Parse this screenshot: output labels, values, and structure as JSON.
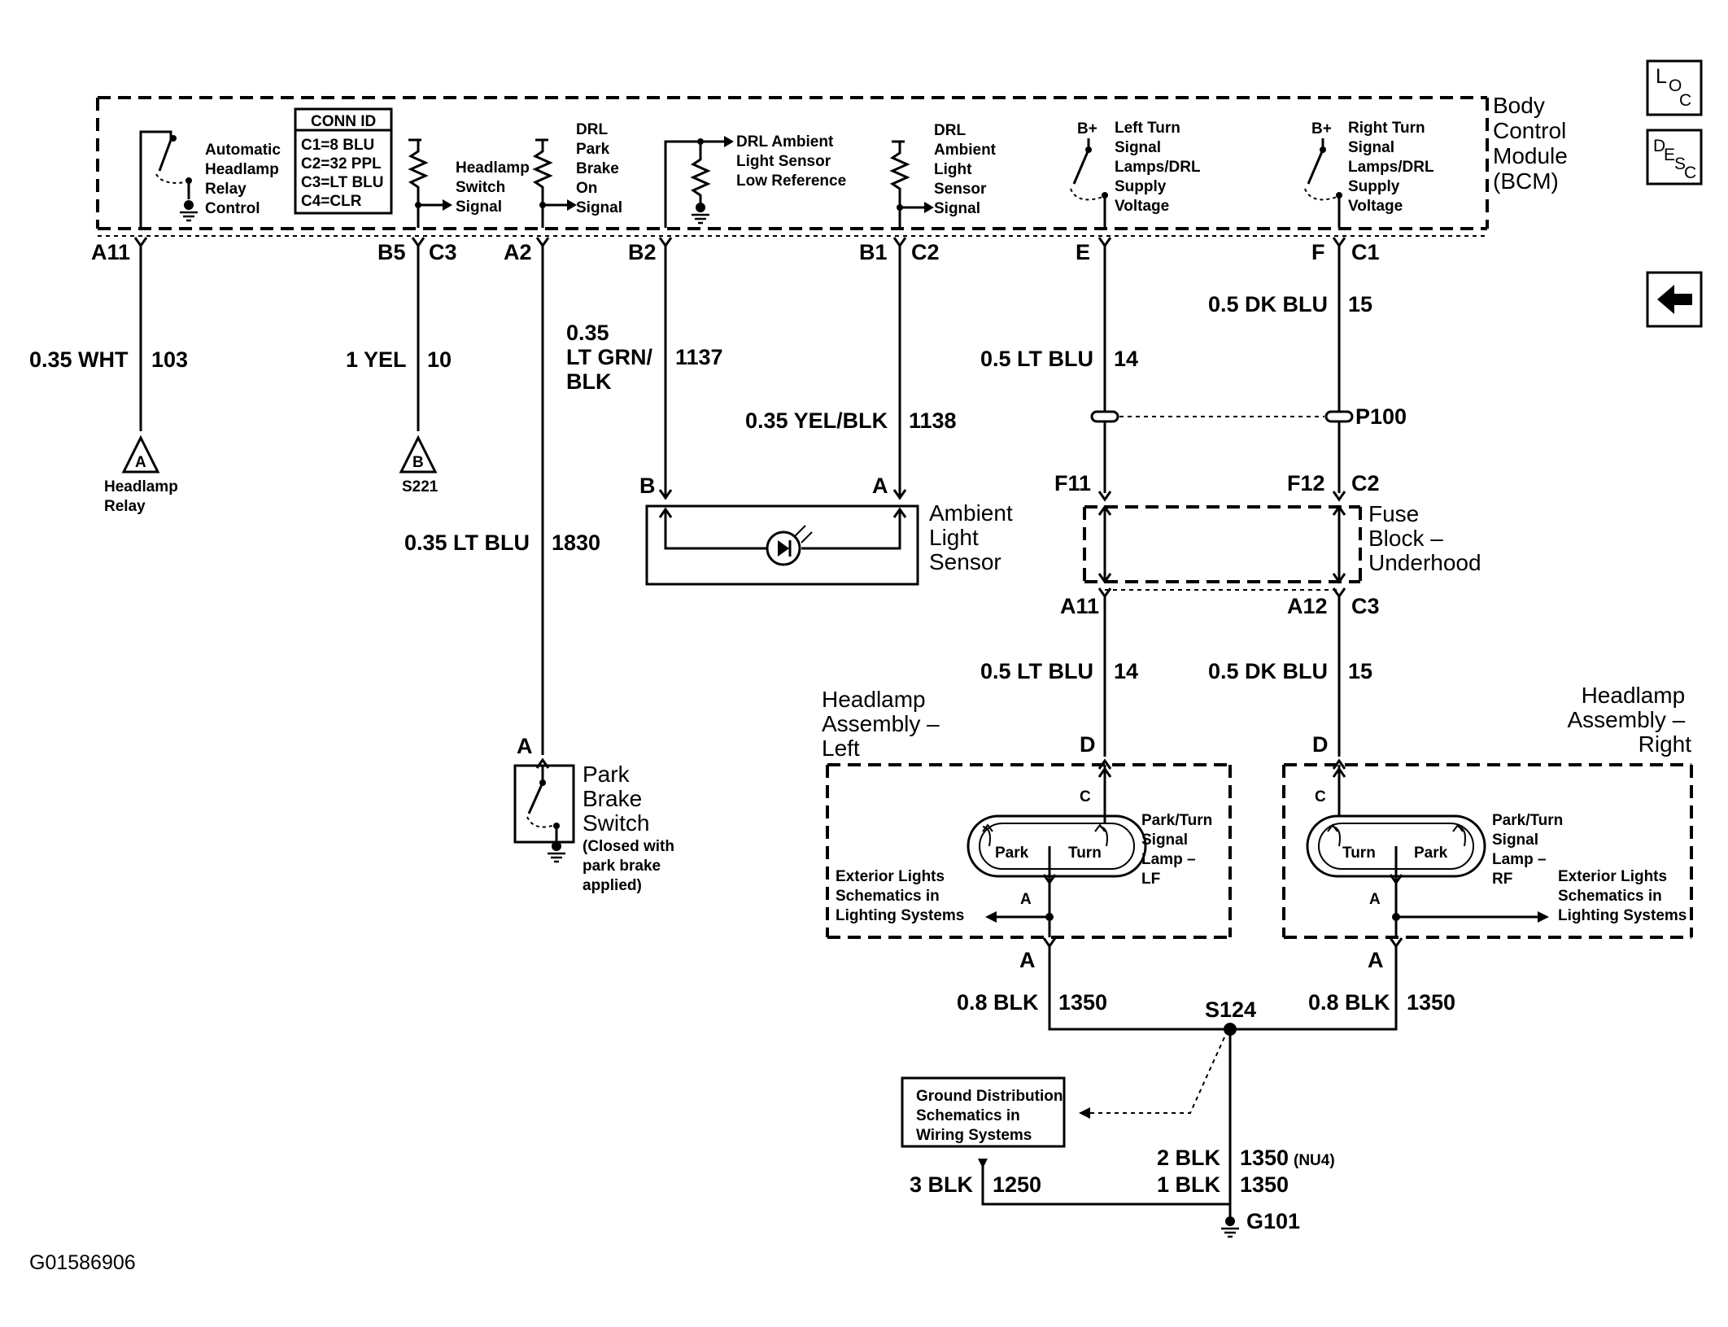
{
  "figure_id": "G01586906",
  "nav": {
    "loc": {
      "l": "L",
      "o": "O",
      "c": "C"
    },
    "desc": {
      "d": "D",
      "e": "E",
      "s": "S",
      "c": "C"
    },
    "back_icon": "left-arrow-icon"
  },
  "bcm": {
    "title": [
      "Body",
      "Control",
      "Module",
      "(BCM)"
    ],
    "conn_id": {
      "header": "CONN ID",
      "rows": [
        "C1=8 BLU",
        "C2=32 PPL",
        "C3=LT BLU",
        "C4=CLR"
      ]
    },
    "functions": {
      "headlamp_relay": [
        "Automatic",
        "Headlamp",
        "Relay",
        "Control"
      ],
      "headlamp_switch": [
        "Headlamp",
        "Switch",
        "Signal"
      ],
      "drl_park_brake": [
        "DRL",
        "Park",
        "Brake",
        "On",
        "Signal"
      ],
      "drl_ambient_low": [
        "DRL Ambient",
        "Light Sensor",
        "Low Reference"
      ],
      "drl_ambient_signal": [
        "DRL",
        "Ambient",
        "Light",
        "Sensor",
        "Signal"
      ],
      "left_turn": [
        "Left Turn",
        "Signal",
        "Lamps/DRL",
        "Supply",
        "Voltage"
      ],
      "right_turn": [
        "Right Turn",
        "Signal",
        "Lamps/DRL",
        "Supply",
        "Voltage"
      ],
      "bplus": "B+"
    },
    "pins": {
      "a11": "A11",
      "b5": "B5",
      "c3": "C3",
      "a2": "A2",
      "b2": "B2",
      "b1": "B1",
      "c2": "C2",
      "e": "E",
      "f": "F",
      "c1": "C1"
    }
  },
  "wires": {
    "w103": {
      "color": "0.35 WHT",
      "circuit": "103"
    },
    "w10": {
      "color": "1 YEL",
      "circuit": "10"
    },
    "w1830": {
      "color": "0.35 LT BLU",
      "circuit": "1830"
    },
    "w1137": {
      "color": [
        "0.35",
        "LT GRN/",
        "BLK"
      ],
      "circuit": "1137"
    },
    "w1138": {
      "color": "0.35 YEL/BLK",
      "circuit": "1138"
    },
    "w14a": {
      "color": "0.5 LT BLU",
      "circuit": "14"
    },
    "w15a": {
      "color": "0.5 DK BLU",
      "circuit": "15"
    },
    "w14b": {
      "color": "0.5 LT BLU",
      "circuit": "14"
    },
    "w15b": {
      "color": "0.5 DK BLU",
      "circuit": "15"
    },
    "w1350l": {
      "color": "0.8 BLK",
      "circuit": "1350"
    },
    "w1350r": {
      "color": "0.8 BLK",
      "circuit": "1350"
    },
    "w1250": {
      "color": "3 BLK",
      "circuit": "1250"
    },
    "w1350g2": {
      "color": "2 BLK",
      "circuit": "1350",
      "option": "(NU4)"
    },
    "w1350g1": {
      "color": "1 BLK",
      "circuit": "1350"
    }
  },
  "offpage": {
    "a": {
      "letter": "A",
      "label": [
        "Headlamp",
        "Relay"
      ]
    },
    "b": {
      "letter": "B",
      "label": [
        "S221"
      ]
    }
  },
  "park_brake": {
    "pin": "A",
    "label": [
      "Park",
      "Brake",
      "Switch"
    ],
    "note": [
      "(Closed with",
      "park brake",
      "applied)"
    ]
  },
  "ambient_sensor": {
    "pin_b": "B",
    "pin_a": "A",
    "label": [
      "Ambient",
      "Light",
      "Sensor"
    ]
  },
  "p100": {
    "label": "P100"
  },
  "fuse_block": {
    "label": [
      "Fuse",
      "Block –",
      "Underhood"
    ],
    "pins": {
      "f11": "F11",
      "f12": "F12",
      "c2": "C2",
      "a11": "A11",
      "a12": "A12",
      "c3": "C3"
    }
  },
  "headlamp_left": {
    "title": [
      "Headlamp",
      "Assembly –",
      "Left"
    ],
    "pin_d": "D",
    "pin_c": "C",
    "pin_a_in": "A",
    "pin_a_out": "A",
    "park": "Park",
    "turn": "Turn",
    "lamp": [
      "Park/Turn",
      "Signal",
      "Lamp –",
      "LF"
    ],
    "ref": [
      "Exterior Lights",
      "Schematics in",
      "Lighting Systems"
    ]
  },
  "headlamp_right": {
    "title": [
      "Headlamp",
      "Assembly –",
      "Right"
    ],
    "pin_d": "D",
    "pin_c": "C",
    "pin_a_in": "A",
    "pin_a_out": "A",
    "park": "Park",
    "turn": "Turn",
    "lamp": [
      "Park/Turn",
      "Signal",
      "Lamp –",
      "RF"
    ],
    "ref": [
      "Exterior Lights",
      "Schematics in",
      "Lighting Systems"
    ]
  },
  "splice": {
    "label": "S124"
  },
  "ground_ref": [
    "Ground Distribution",
    "Schematics in",
    "Wiring Systems"
  ],
  "ground": {
    "label": "G101"
  }
}
